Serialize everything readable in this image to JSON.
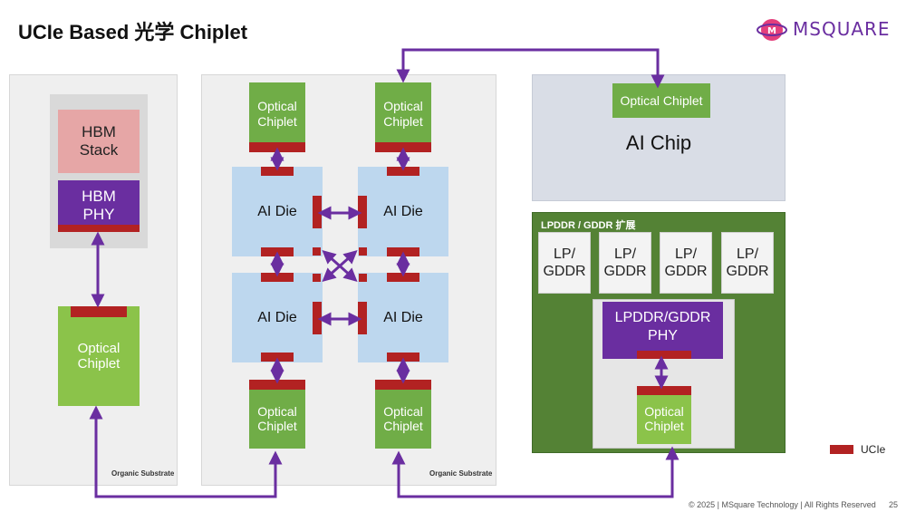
{
  "title": "UCIe Based 光学 Chiplet",
  "logo": {
    "text": "MSQUARE",
    "icon": "msquare-logo-icon"
  },
  "left_panel": {
    "hbm_stack": "HBM Stack",
    "hbm_phy": "HBM PHY",
    "optical_chiplet": "Optical Chiplet",
    "substrate_label": "Organic Substrate"
  },
  "center_panel": {
    "optical_top_left": "Optical Chiplet",
    "optical_top_right": "Optical Chiplet",
    "optical_bottom_left": "Optical Chiplet",
    "optical_bottom_right": "Optical Chiplet",
    "die_top_left": "AI Die",
    "die_top_right": "AI Die",
    "die_bottom_left": "AI Die",
    "die_bottom_right": "AI Die",
    "substrate_label": "Organic Substrate"
  },
  "ai_chip_panel": {
    "optical_chiplet": "Optical Chiplet",
    "label": "AI Chip"
  },
  "lpddr_panel": {
    "header": "LPDDR / GDDR 扩展",
    "memories": [
      "LP/ GDDR",
      "LP/ GDDR",
      "LP/ GDDR",
      "LP/ GDDR"
    ],
    "phy": "LPDDR/GDDR PHY",
    "optical_chiplet": "Optical Chiplet"
  },
  "legend": {
    "label": "UCIe",
    "color": "#b22222"
  },
  "footer": {
    "copyright": "© 2025 | MSquare Technology | All Rights Reserved",
    "page": "25"
  },
  "colors": {
    "optical_green": "#70ad47",
    "lpddr_green": "#548235",
    "ai_die_blue": "#bdd7ee",
    "phy_purple": "#6a2ea0",
    "connector_purple": "#6a2ea0"
  }
}
